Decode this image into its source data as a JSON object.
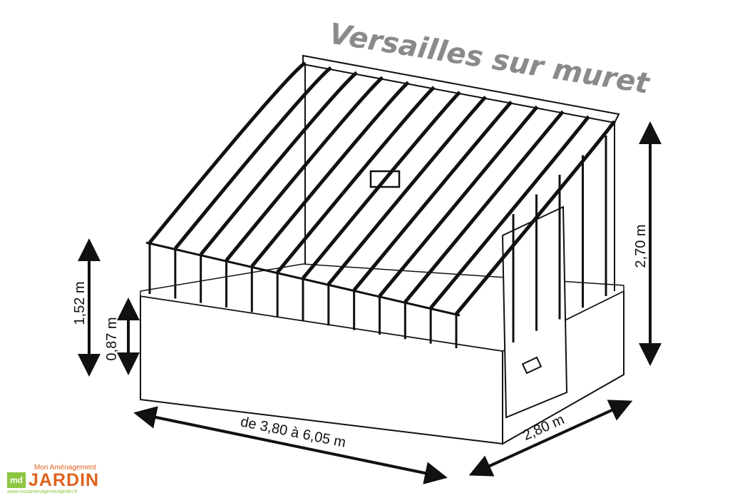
{
  "title": "Versailles sur muret",
  "dimensions": {
    "height_total": "2,70 m",
    "height_side": "1,52 m",
    "height_wall": "0,87 m",
    "length": "de 3,80 à 6,05 m",
    "width": "2,80 m"
  },
  "logo": {
    "top": "Mon Aménagement",
    "mark": "md",
    "name": "JARDIN",
    "url": "www.monamenagementjardin.fr"
  }
}
